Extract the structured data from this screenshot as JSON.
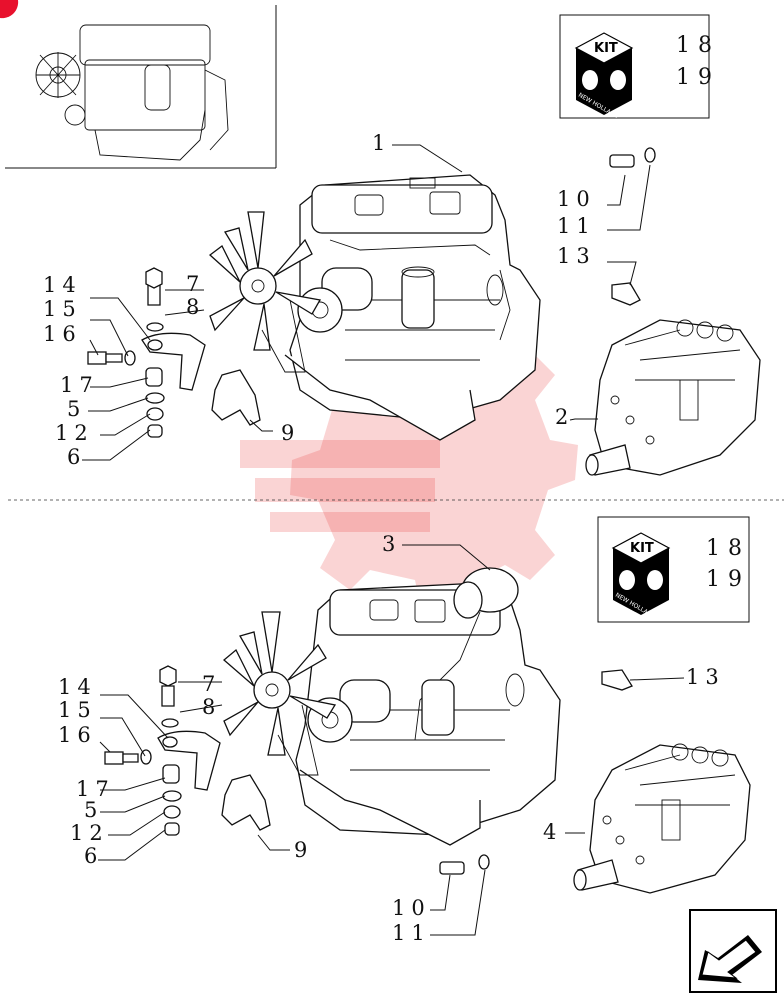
{
  "diagram": {
    "top_section": {
      "callouts": [
        "1",
        "2",
        "5",
        "6",
        "7",
        "8",
        "9",
        "10",
        "11",
        "12",
        "13",
        "14",
        "15",
        "16",
        "17"
      ],
      "kit_box": {
        "label": "KIT",
        "brand": "NEW HOLLAND",
        "items": [
          "18",
          "19"
        ]
      }
    },
    "bottom_section": {
      "callouts": [
        "3",
        "4",
        "5",
        "6",
        "7",
        "8",
        "9",
        "10",
        "11",
        "12",
        "13",
        "14",
        "15",
        "16",
        "17"
      ],
      "kit_box": {
        "label": "KIT",
        "brand": "NEW HOLLAND",
        "items": [
          "18",
          "19"
        ]
      }
    }
  },
  "nav": {
    "arrow_icon": "return-arrow-icon"
  },
  "colors": {
    "watermark": "#e63a3a",
    "line": "#111111",
    "corner_marker": "#e8112d"
  }
}
